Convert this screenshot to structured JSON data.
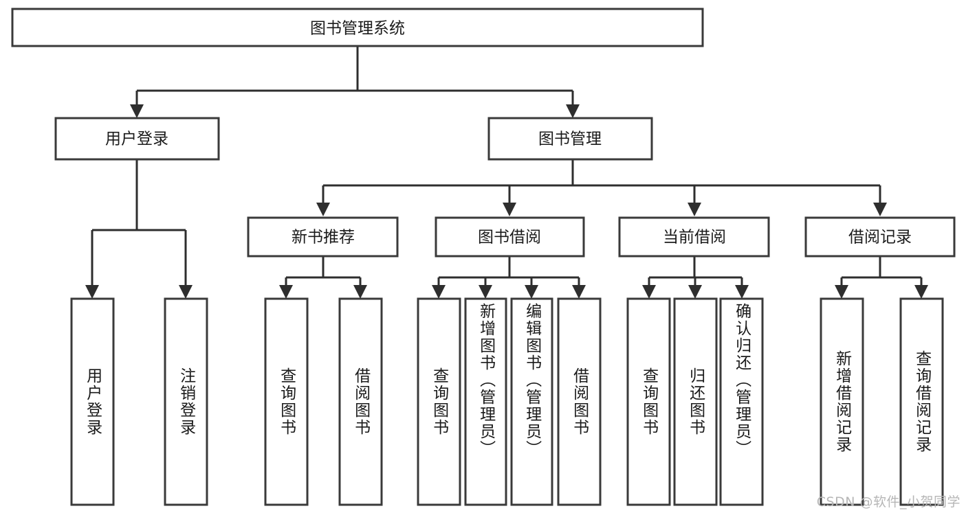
{
  "diagram": {
    "type": "tree-hierarchy-chart",
    "title": "图书管理系统",
    "root": {
      "label": "图书管理系统",
      "orientation": "horizontal"
    },
    "level2": [
      {
        "label": "用户登录",
        "orientation": "horizontal"
      },
      {
        "label": "图书管理",
        "orientation": "horizontal"
      }
    ],
    "level3": [
      {
        "label": "新书推荐",
        "orientation": "horizontal"
      },
      {
        "label": "图书借阅",
        "orientation": "horizontal"
      },
      {
        "label": "当前借阅",
        "orientation": "horizontal"
      },
      {
        "label": "借阅记录",
        "orientation": "horizontal"
      }
    ],
    "leaves_user_login": [
      {
        "label": "用户登录",
        "orientation": "vertical"
      },
      {
        "label": "注销登录",
        "orientation": "vertical"
      }
    ],
    "leaves_new_book": [
      {
        "label": "查询图书",
        "orientation": "vertical"
      },
      {
        "label": "借阅图书",
        "orientation": "vertical"
      }
    ],
    "leaves_borrow": [
      {
        "label": "查询图书",
        "orientation": "vertical"
      },
      {
        "label": "新增图书（管理员）",
        "orientation": "vertical"
      },
      {
        "label": "编辑图书（管理员）",
        "orientation": "vertical"
      },
      {
        "label": "借阅图书",
        "orientation": "vertical"
      }
    ],
    "leaves_current": [
      {
        "label": "查询图书",
        "orientation": "vertical"
      },
      {
        "label": "归还图书",
        "orientation": "vertical"
      },
      {
        "label": "确认归还（管理员）",
        "orientation": "vertical"
      }
    ],
    "leaves_records": [
      {
        "label": "新增借阅记录",
        "orientation": "vertical"
      },
      {
        "label": "查询借阅记录",
        "orientation": "vertical"
      }
    ],
    "watermark": "CSDN @软件_小贺同学",
    "colors": {
      "box_stroke": "#3a3a3a",
      "box_fill": "#ffffff",
      "connector": "#2e2e2e",
      "text": "#1a1a1a",
      "watermark": "#b6b6b6",
      "background": "#ffffff"
    }
  }
}
